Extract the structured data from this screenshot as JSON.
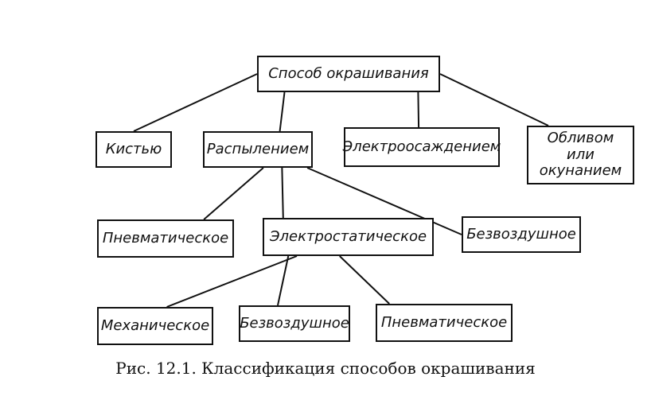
{
  "diagram": {
    "nodes": {
      "root": "Способ окрашивания",
      "brush": "Кистью",
      "spray": "Распылением",
      "electrodeposition": "Электроосаждением",
      "pour_dip": "Обливом или окунанием",
      "pneumatic_1": "Пневматическое",
      "electrostatic": "Электростатическое",
      "airless_1": "Безвоздушное",
      "mechanical": "Механическое",
      "airless_2": "Безвоздушное",
      "pneumatic_2": "Пневматическое"
    },
    "edges": [
      [
        "root",
        "brush"
      ],
      [
        "root",
        "spray"
      ],
      [
        "root",
        "electrodeposition"
      ],
      [
        "root",
        "pour_dip"
      ],
      [
        "spray",
        "pneumatic_1"
      ],
      [
        "spray",
        "electrostatic"
      ],
      [
        "spray",
        "airless_1"
      ],
      [
        "electrostatic",
        "mechanical"
      ],
      [
        "electrostatic",
        "airless_2"
      ],
      [
        "electrostatic",
        "pneumatic_2"
      ]
    ]
  },
  "caption": "Рис. 12.1. Классификация способов окрашивания"
}
